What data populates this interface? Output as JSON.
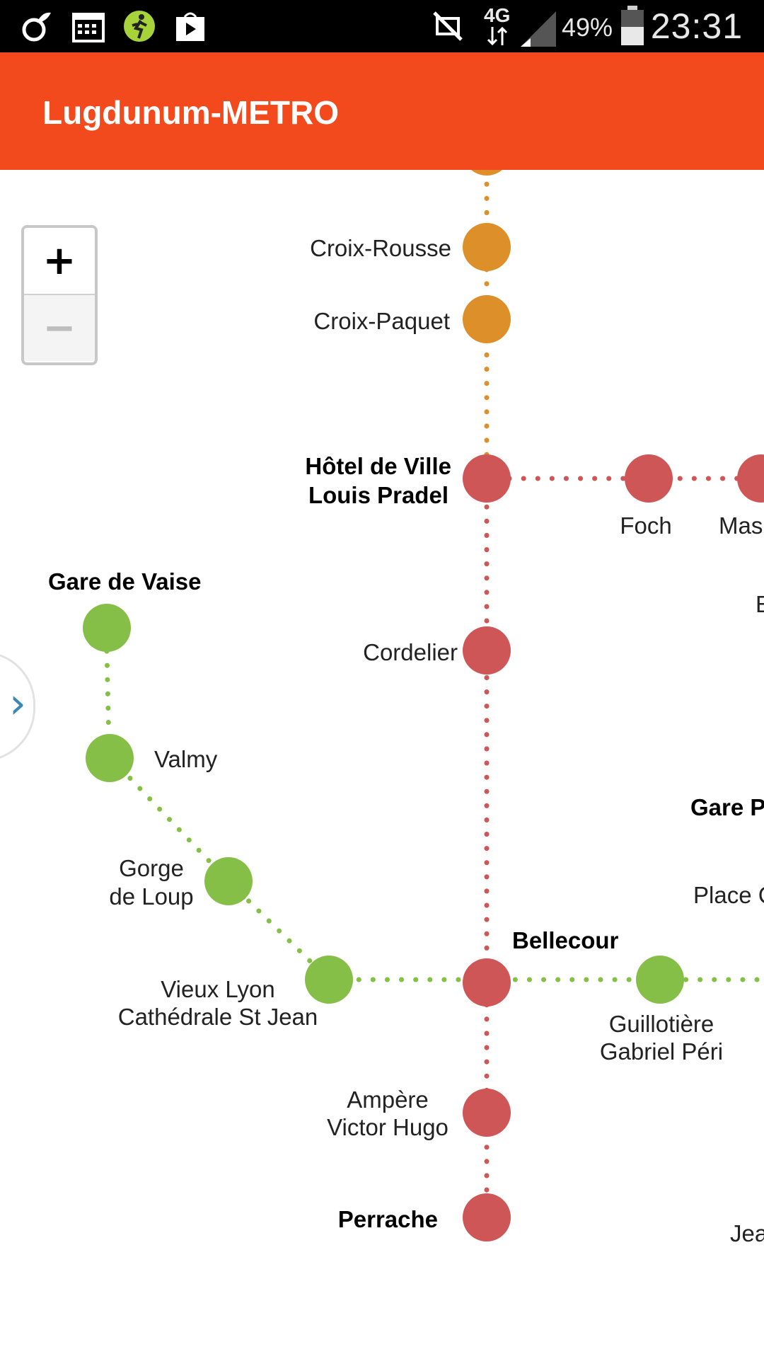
{
  "status_bar": {
    "network": "4G",
    "battery": "49%",
    "time": "23:31",
    "icons": [
      "vine-icon",
      "calendar-icon",
      "runner-icon",
      "play-store-icon",
      "mute-icon",
      "signal-icon",
      "battery-icon"
    ]
  },
  "app_bar": {
    "title": "Lugdunum-METRO",
    "color": "#f24a1c"
  },
  "zoom": {
    "in_label": "+",
    "out_label": "−"
  },
  "drawer": {
    "chevron": "›"
  },
  "lines": {
    "orange": {
      "color": "#dd8f2a"
    },
    "red": {
      "color": "#cf5656"
    },
    "green": {
      "color": "#86bf47"
    }
  },
  "stations": {
    "croix_rousse": "Croix-Rousse",
    "croix_paquet": "Croix-Paquet",
    "hotel_de_ville_1": "Hôtel de Ville",
    "hotel_de_ville_2": "Louis Pradel",
    "foch": "Foch",
    "masse_partial": "Mas",
    "gare_de_vaise": "Gare de Vaise",
    "cordelier": "Cordelier",
    "valmy": "Valmy",
    "gorge_de_loup_1": "Gorge",
    "gorge_de_loup_2": "de Loup",
    "vieux_lyon_1": "Vieux Lyon",
    "vieux_lyon_2": "Cathédrale St Jean",
    "bellecour": "Bellecour",
    "guillotiere_1": "Guillotière",
    "guillotiere_2": "Gabriel Péri",
    "ampere_1": "Ampère",
    "ampere_2": "Victor Hugo",
    "perrache": "Perrache",
    "right_b_partial": "E",
    "gare_p_partial": "Gare P",
    "place_partial": "Place C",
    "jea_partial": "Jea"
  }
}
